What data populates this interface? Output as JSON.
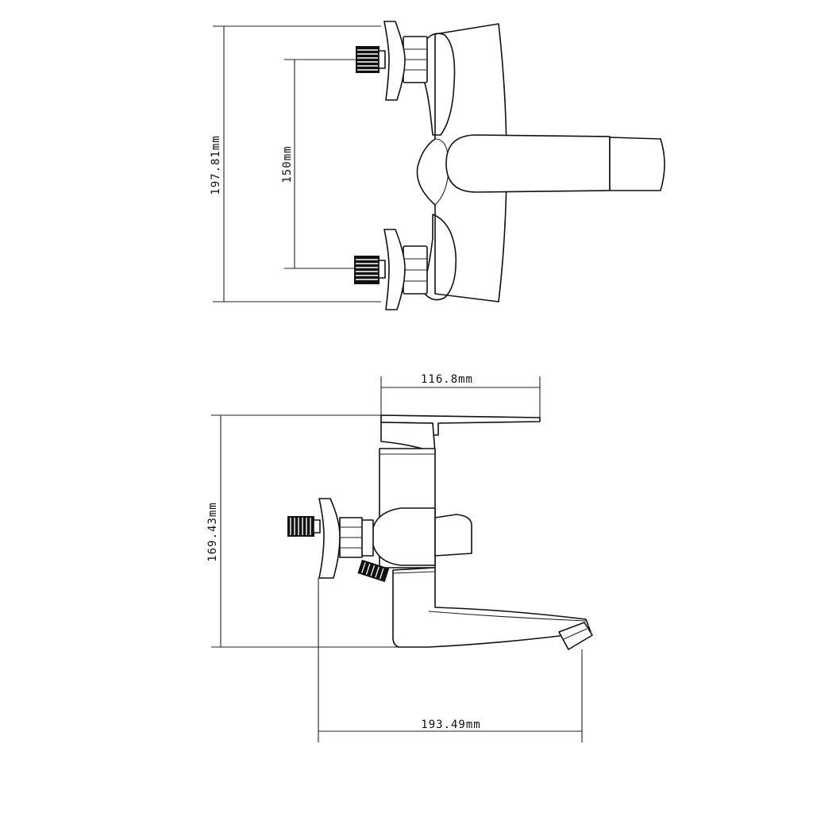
{
  "dimensions": {
    "top_total_height": "197.81mm",
    "top_inlet_spacing": "150mm",
    "side_width": "116.8mm",
    "side_height": "169.43mm",
    "side_depth": "193.49mm"
  },
  "colors": {
    "line": "#111111",
    "background": "#ffffff"
  }
}
